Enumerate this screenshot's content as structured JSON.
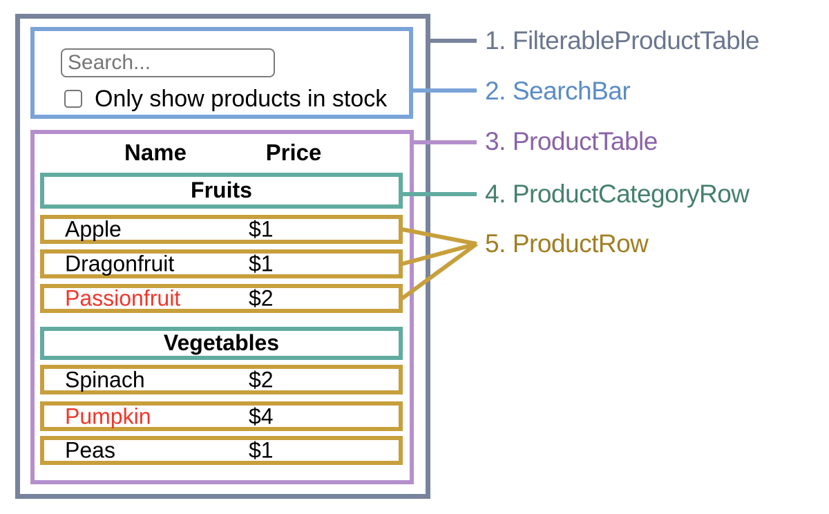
{
  "search_bar": {
    "placeholder": "Search...",
    "checkbox_label": "Only show products in stock",
    "checkbox_checked": false
  },
  "table": {
    "headers": {
      "name": "Name",
      "price": "Price"
    },
    "sections": [
      {
        "category": "Fruits",
        "rows": [
          {
            "name": "Apple",
            "price": "$1",
            "out_of_stock": false
          },
          {
            "name": "Dragonfruit",
            "price": "$1",
            "out_of_stock": false
          },
          {
            "name": "Passionfruit",
            "price": "$2",
            "out_of_stock": true
          }
        ]
      },
      {
        "category": "Vegetables",
        "rows": [
          {
            "name": "Spinach",
            "price": "$2",
            "out_of_stock": false
          },
          {
            "name": "Pumpkin",
            "price": "$4",
            "out_of_stock": true
          },
          {
            "name": "Peas",
            "price": "$1",
            "out_of_stock": false
          }
        ]
      }
    ]
  },
  "labels": [
    {
      "number": "1.",
      "name": "FilterableProductTable",
      "color": "#6a768e"
    },
    {
      "number": "2.",
      "name": "SearchBar",
      "color": "#5b8cc4"
    },
    {
      "number": "3.",
      "name": "ProductTable",
      "color": "#8a62a8"
    },
    {
      "number": "4.",
      "name": "ProductCategoryRow",
      "color": "#45806f"
    },
    {
      "number": "5.",
      "name": "ProductRow",
      "color": "#a07e22"
    }
  ],
  "colors": {
    "filterable_product_table_border": "#78839c",
    "search_bar_border": "#7aa3d8",
    "product_table_border": "#b48fcc",
    "product_category_row_border": "#61aba0",
    "product_row_border": "#c79f3c",
    "out_of_stock_text": "#f0372b"
  }
}
